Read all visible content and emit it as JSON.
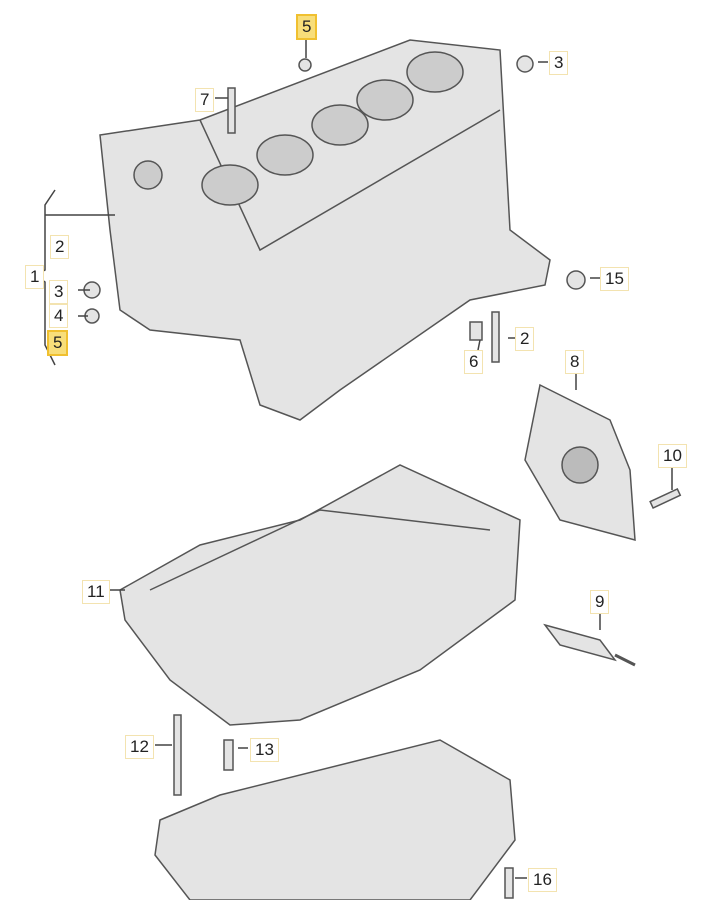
{
  "labels": {
    "p5_top": "5",
    "p3_top": "3",
    "p7": "7",
    "p2_group": "2",
    "p1": "1",
    "p3_group": "3",
    "p4": "4",
    "p5_group": "5",
    "p15": "15",
    "p2_bolt": "2",
    "p6": "6",
    "p8": "8",
    "p10": "10",
    "p11": "11",
    "p9": "9",
    "p12": "12",
    "p13": "13",
    "p16": "16"
  },
  "colors": {
    "highlight": "#f8de7a",
    "part_fill": "#e6e6e6",
    "part_stroke": "#555555"
  }
}
